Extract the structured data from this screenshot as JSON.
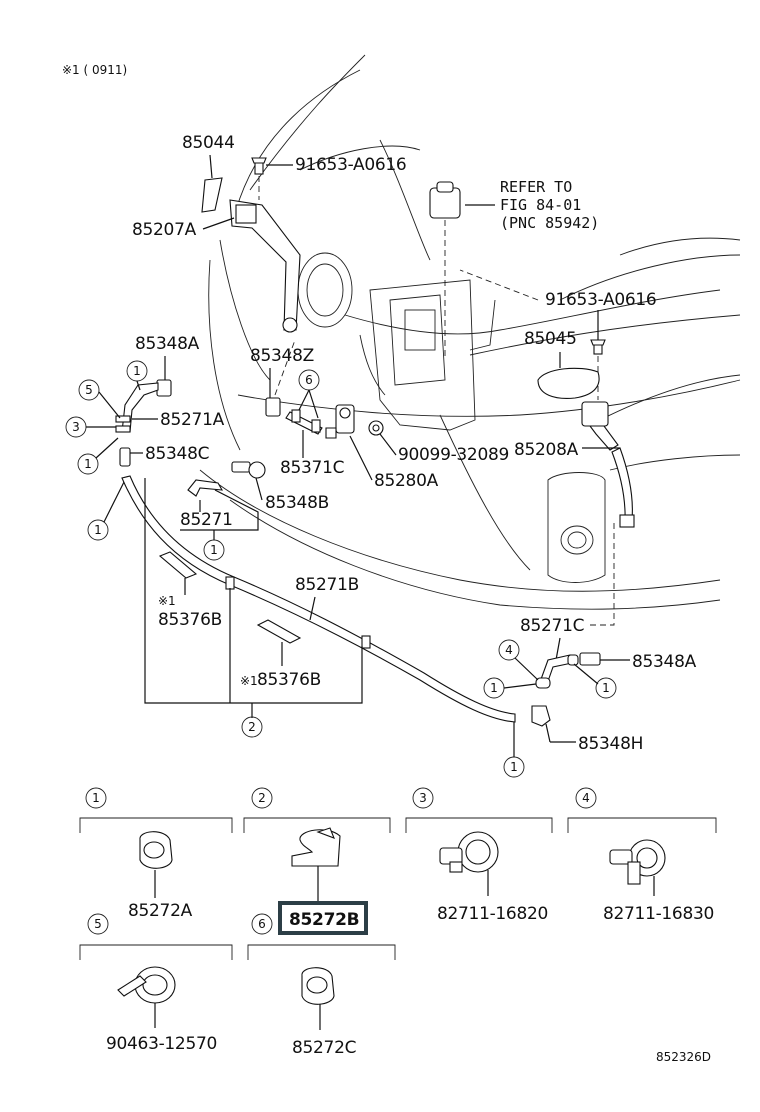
{
  "header": {
    "note": "※1 (      0911)"
  },
  "refer": {
    "line1": "REFER TO",
    "line2": "FIG 84-01",
    "line3": "(PNC 85942)"
  },
  "callouts": {
    "p85044": "85044",
    "p91653a": "91653-A0616",
    "p85207a": "85207A",
    "p91653b": "91653-A0616",
    "p85045": "85045",
    "p85348a_top": "85348A",
    "p85348z": "85348Z",
    "p85271a": "85271A",
    "p85348c": "85348C",
    "p85371c": "85371C",
    "p90099": "90099-32089",
    "p85280a": "85280A",
    "p85208a": "85208A",
    "p85271": "85271",
    "p85348b": "85348B",
    "p85271b": "85271B",
    "p85376b_a": "85376B",
    "p85376b_b": "85376B",
    "star1_a": "※1",
    "star1_b": "※1",
    "p85271c": "85271C",
    "p85348a_bot": "85348A",
    "p85348h": "85348H"
  },
  "circle_nums": [
    "1",
    "2",
    "3",
    "4",
    "5",
    "6"
  ],
  "legend": {
    "items": [
      {
        "num": "1",
        "part": "85272A"
      },
      {
        "num": "2",
        "part": "85272B",
        "highlighted": true
      },
      {
        "num": "3",
        "part": "82711-16820"
      },
      {
        "num": "4",
        "part": "82711-16830"
      },
      {
        "num": "5",
        "part": "90463-12570"
      },
      {
        "num": "6",
        "part": "85272C"
      }
    ]
  },
  "footer": {
    "code": "852326D"
  },
  "colors": {
    "ink": "#111111",
    "highlight_border": "#2c3e46"
  }
}
